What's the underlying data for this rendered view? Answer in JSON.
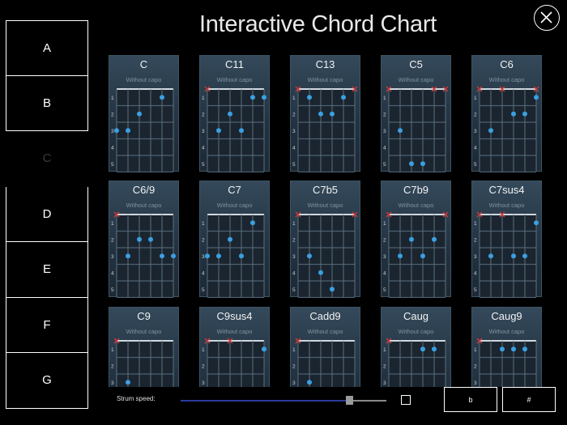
{
  "title": "Interactive Chord Chart",
  "close_icon": "close-icon",
  "notes": [
    {
      "label": "A",
      "active": false
    },
    {
      "label": "B",
      "active": false
    },
    {
      "label": "C",
      "active": true
    },
    {
      "label": "D",
      "active": false
    },
    {
      "label": "E",
      "active": false
    },
    {
      "label": "F",
      "active": false
    },
    {
      "label": "G",
      "active": false
    }
  ],
  "capo_label": "Without capo",
  "fret_numbers": [
    "1",
    "2",
    "3",
    "4",
    "5"
  ],
  "colors": {
    "dot": "#3b9fe0",
    "mute": "#d23a3a",
    "card": "#273744"
  },
  "chords": [
    {
      "name": "C",
      "muted": [],
      "dots": [
        [
          6,
          3
        ],
        [
          5,
          3
        ],
        [
          4,
          2
        ],
        [
          2,
          1
        ]
      ]
    },
    {
      "name": "C11",
      "muted": [
        6
      ],
      "dots": [
        [
          5,
          3
        ],
        [
          3,
          3
        ],
        [
          4,
          2
        ],
        [
          2,
          1
        ],
        [
          1,
          1
        ]
      ]
    },
    {
      "name": "C13",
      "muted": [
        6,
        1
      ],
      "dots": [
        [
          5,
          1
        ],
        [
          4,
          2
        ],
        [
          3,
          2
        ],
        [
          2,
          1
        ]
      ]
    },
    {
      "name": "C5",
      "muted": [
        6,
        2,
        1
      ],
      "dots": [
        [
          5,
          3
        ],
        [
          4,
          5
        ],
        [
          3,
          5
        ]
      ]
    },
    {
      "name": "C6",
      "muted": [
        6,
        4,
        1
      ],
      "dots": [
        [
          5,
          3
        ],
        [
          3,
          2
        ],
        [
          2,
          2
        ],
        [
          1,
          1
        ]
      ]
    },
    {
      "name": "C6/9",
      "muted": [
        6
      ],
      "dots": [
        [
          5,
          3
        ],
        [
          4,
          2
        ],
        [
          3,
          2
        ],
        [
          2,
          3
        ],
        [
          1,
          3
        ]
      ]
    },
    {
      "name": "C7",
      "muted": [],
      "dots": [
        [
          6,
          3
        ],
        [
          5,
          3
        ],
        [
          3,
          3
        ],
        [
          4,
          2
        ],
        [
          2,
          1
        ]
      ]
    },
    {
      "name": "C7b5",
      "muted": [
        6,
        1
      ],
      "dots": [
        [
          5,
          3
        ],
        [
          4,
          4
        ],
        [
          3,
          5
        ]
      ]
    },
    {
      "name": "C7b9",
      "muted": [
        6,
        1
      ],
      "dots": [
        [
          5,
          3
        ],
        [
          4,
          2
        ],
        [
          3,
          3
        ],
        [
          2,
          2
        ]
      ]
    },
    {
      "name": "C7sus4",
      "muted": [
        6,
        4
      ],
      "dots": [
        [
          5,
          3
        ],
        [
          3,
          3
        ],
        [
          2,
          3
        ],
        [
          1,
          1
        ]
      ]
    },
    {
      "name": "C9",
      "muted": [
        6
      ],
      "dots": [
        [
          5,
          3
        ]
      ]
    },
    {
      "name": "C9sus4",
      "muted": [
        6,
        4
      ],
      "dots": [
        [
          1,
          1
        ]
      ]
    },
    {
      "name": "Cadd9",
      "muted": [
        6
      ],
      "dots": [
        [
          5,
          3
        ]
      ]
    },
    {
      "name": "Caug",
      "muted": [
        6
      ],
      "dots": [
        [
          3,
          1
        ],
        [
          2,
          1
        ]
      ]
    },
    {
      "name": "Caug9",
      "muted": [
        6
      ],
      "dots": [
        [
          4,
          1
        ],
        [
          3,
          1
        ],
        [
          2,
          1
        ]
      ]
    }
  ],
  "controls": {
    "strum_label": "Strum speed:",
    "strum_value": 0.82,
    "flat_label": "b",
    "sharp_label": "#"
  }
}
